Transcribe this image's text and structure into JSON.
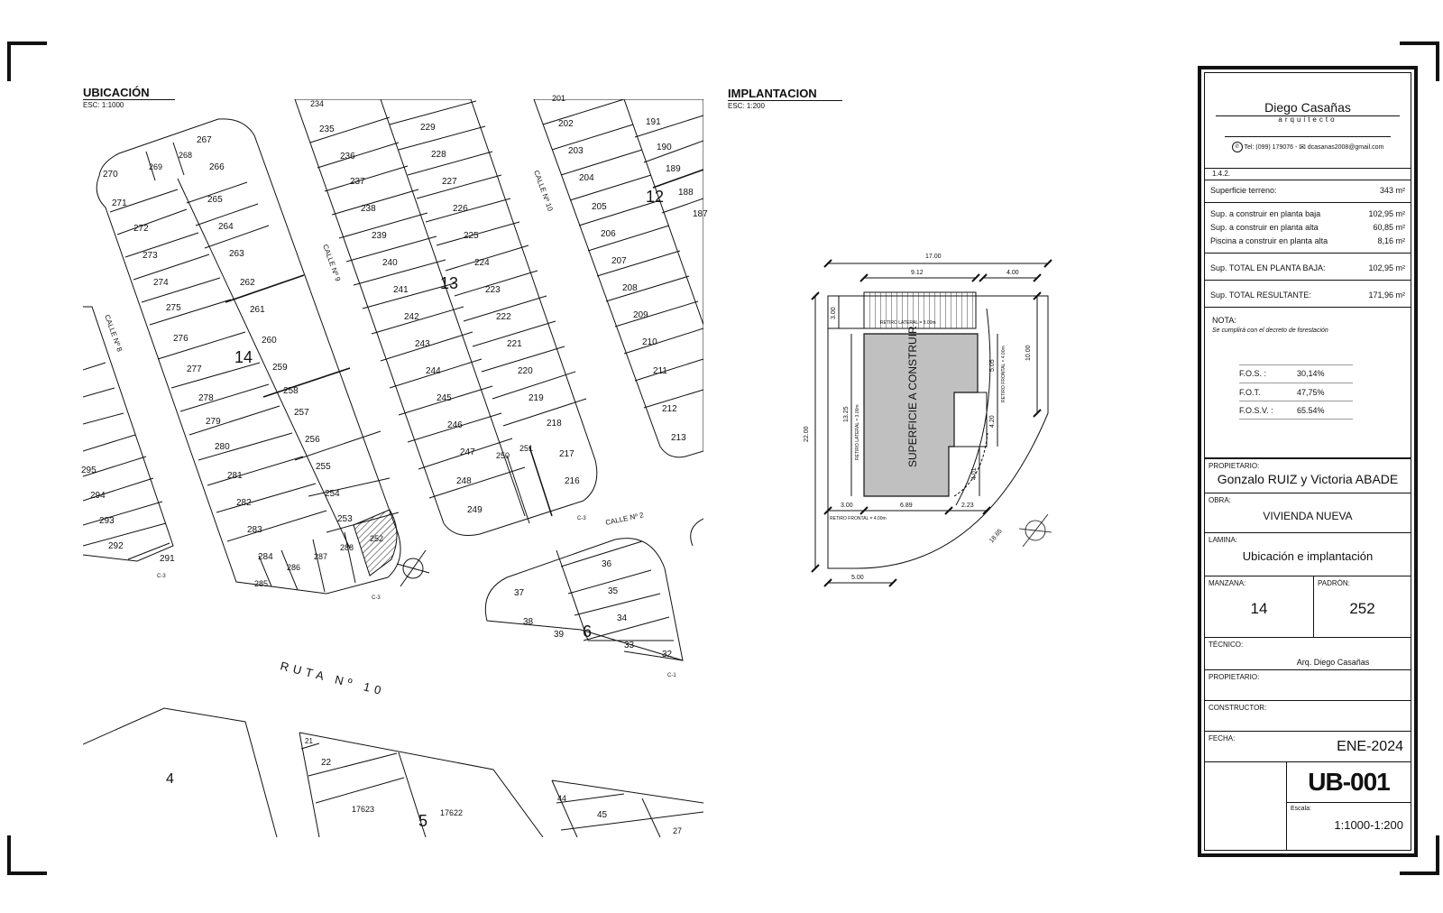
{
  "ubicacion": {
    "title": "UBICACIÓN",
    "scale": "ESC: 1:1000",
    "lots_col_a": [
      "270",
      "271",
      "272",
      "273",
      "274",
      "275",
      "276",
      "277",
      "278",
      "279",
      "280",
      "281",
      "282",
      "283",
      "284",
      "285"
    ],
    "lots_col_b": [
      "269",
      "268",
      "267",
      "266",
      "265",
      "264",
      "263",
      "262",
      "261",
      "260",
      "259",
      "258",
      "257",
      "256",
      "255",
      "254",
      "253",
      "252",
      "288",
      "287",
      "286"
    ],
    "lots_col_c": [
      "234",
      "235",
      "236",
      "237",
      "238",
      "239",
      "240",
      "241",
      "242",
      "243",
      "244",
      "245",
      "246",
      "247",
      "248",
      "249"
    ],
    "lots_col_d": [
      "229",
      "228",
      "227",
      "226",
      "225",
      "224",
      "223",
      "222",
      "221",
      "220",
      "219",
      "218",
      "217",
      "216",
      "251",
      "250"
    ],
    "lots_col_e": [
      "201",
      "202",
      "203",
      "204",
      "205",
      "206",
      "207",
      "208",
      "209",
      "210",
      "211",
      "212",
      "213"
    ],
    "lots_col_f": [
      "191",
      "190",
      "189",
      "188",
      "187"
    ],
    "lots_left": [
      "295",
      "294",
      "293",
      "292",
      "291"
    ],
    "lots_block6": [
      "36",
      "37",
      "35",
      "38",
      "34",
      "39",
      "33",
      "32"
    ],
    "lots_south": [
      "21",
      "22",
      "17623",
      "17622",
      "44",
      "45",
      "27"
    ],
    "blocks": [
      "14",
      "13",
      "12",
      "6",
      "4",
      "5"
    ],
    "streets": [
      "CALLE Nº 8",
      "CALLE Nº 9",
      "CALLE Nº 10",
      "CALLE Nº 2",
      "RUTA Nº 10"
    ],
    "tags": [
      "C-3",
      "C-3",
      "C-3",
      "C-1"
    ]
  },
  "implantacion": {
    "title": "IMPLANTACION",
    "scale": "ESC: 1:200",
    "dims": {
      "total_width": "17.00",
      "front_a": "9.12",
      "front_b": "4.00",
      "left_depth": "22.00",
      "right_depth": "10.00",
      "retiro_top": "3.00",
      "left_inner": "13.25",
      "right_a": "5.05",
      "right_b": "4.20",
      "right_c": "4.01",
      "bottom_a": "3.00",
      "bottom_b": "6.89",
      "bottom_c": "2.23",
      "bottom_left": "5.00",
      "arc": "18.65"
    },
    "labels": {
      "retiro_lateral_top": "RETIRO LATERAL = 3.00m",
      "retiro_lateral_left": "RETIRO LATERAL = 3.00m",
      "retiro_frontal_right": "RETIRO FRONTAL = 4.00m",
      "retiro_frontal_bottom": "RETIRO FRONTAL = 4.00m",
      "building": "SUPERFICIE A CONSTRUIR"
    }
  },
  "titleblock": {
    "architect_name": "Diego Casañas",
    "architect_title": "arquitecto",
    "phone": "Tel: (099) 179076 -",
    "email": "dcasanas2008@gmail.com",
    "section": "1.4.2.",
    "superficie_terreno_label": "Superficie terreno:",
    "superficie_terreno_value": "343 m²",
    "rows": [
      {
        "label": "Sup. a construir en planta baja",
        "value": "102,95 m²"
      },
      {
        "label": "Sup. a construir en planta alta",
        "value": "60,85 m²"
      },
      {
        "label": "Piscina a construir en planta alta",
        "value": "8,16 m²"
      }
    ],
    "total_pb_label": "Sup. TOTAL EN PLANTA BAJA:",
    "total_pb_value": "102,95 m²",
    "total_res_label": "Sup. TOTAL RESULTANTE:",
    "total_res_value": "171,96 m²",
    "nota_label": "NOTA:",
    "nota_text": "Se cumplirá con el decreto de forestación",
    "indices": [
      {
        "label": "F.O.S. :",
        "value": "30,14%"
      },
      {
        "label": "F.O.T.",
        "value": "47,75%"
      },
      {
        "label": "F.O.S.V. :",
        "value": "65.54%"
      }
    ],
    "propietario_label": "PROPIETARIO:",
    "propietario": "Gonzalo RUIZ y Victoria ABADE",
    "obra_label": "OBRA:",
    "obra": "VIVIENDA NUEVA",
    "lamina_label": "LAMINA:",
    "lamina": "Ubicación e implantación",
    "manzana_label": "MANZANA:",
    "manzana": "14",
    "padron_label": "PADRÓN:",
    "padron": "252",
    "tecnico_label": "TÉCNICO:",
    "tecnico": "Arq. Diego Casañas",
    "propietario2_label": "PROPIETARIO:",
    "constructor_label": "CONSTRUCTOR:",
    "fecha_label": "FECHA:",
    "fecha": "ENE-2024",
    "code": "UB-001",
    "escala_label": "Escala:",
    "escala": "1:1000-1:200"
  }
}
